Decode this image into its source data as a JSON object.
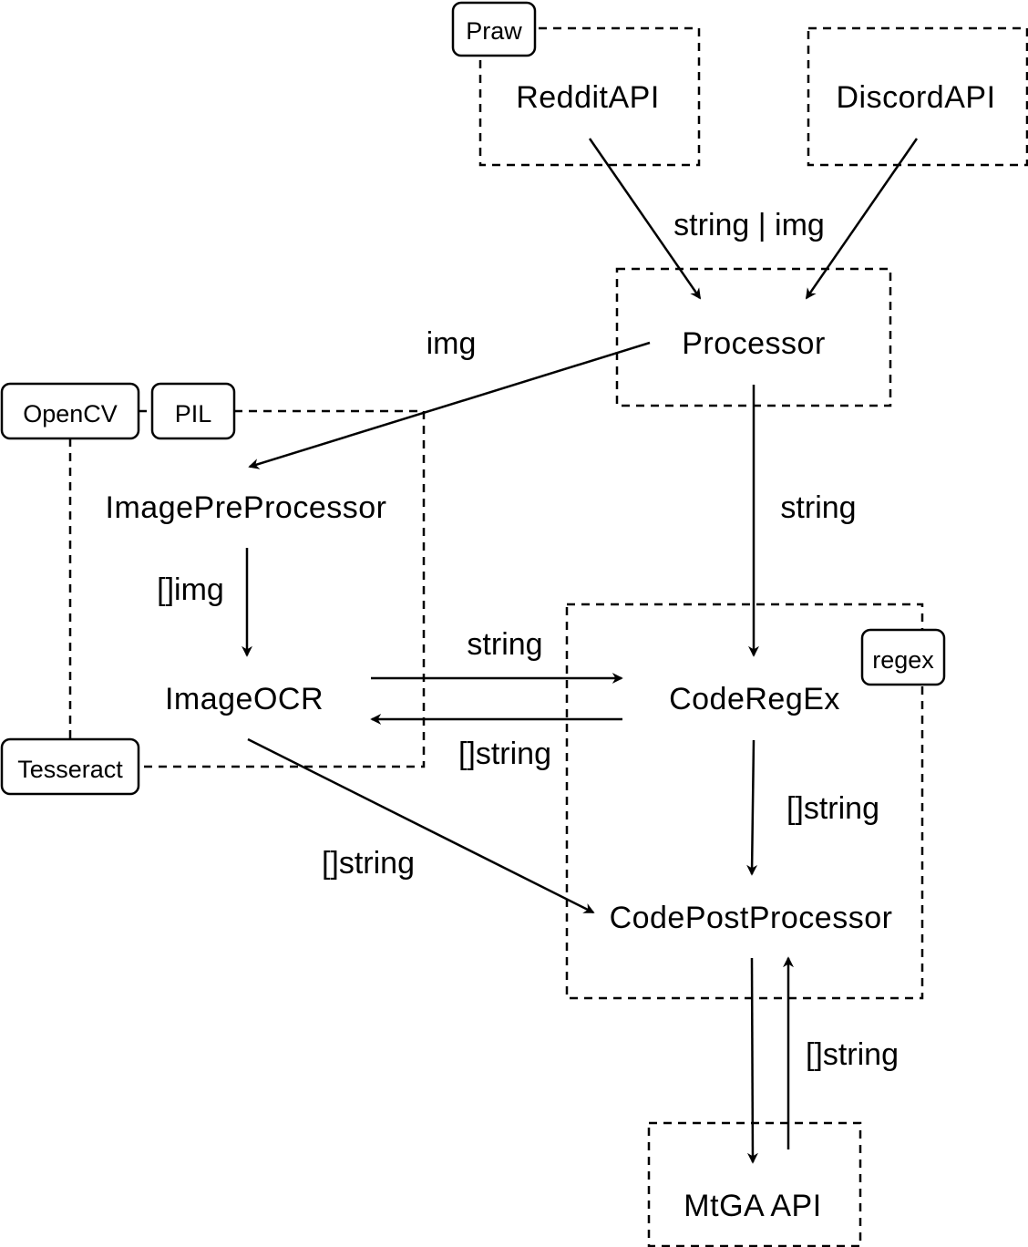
{
  "nodes": {
    "reddit_api": "RedditAPI",
    "discord_api": "DiscordAPI",
    "processor": "Processor",
    "image_preprocessor": "ImagePreProcessor",
    "image_ocr": "ImageOCR",
    "code_regex": "CodeRegEx",
    "code_postprocessor": "CodePostProcessor",
    "mtga_api": "MtGA API"
  },
  "tags": {
    "praw": "Praw",
    "opencv": "OpenCV",
    "pil": "PIL",
    "tesseract": "Tesseract",
    "regex": "regex"
  },
  "edge_labels": {
    "apis_to_processor": "string | img",
    "processor_to_image": "img",
    "processor_to_regex": "string",
    "preproc_to_ocr": "[]img",
    "ocr_to_regex": "string",
    "regex_to_ocr": "[]string",
    "regex_to_postproc": "[]string",
    "ocr_to_postproc": "[]string",
    "mtga_to_postproc": "[]string"
  }
}
